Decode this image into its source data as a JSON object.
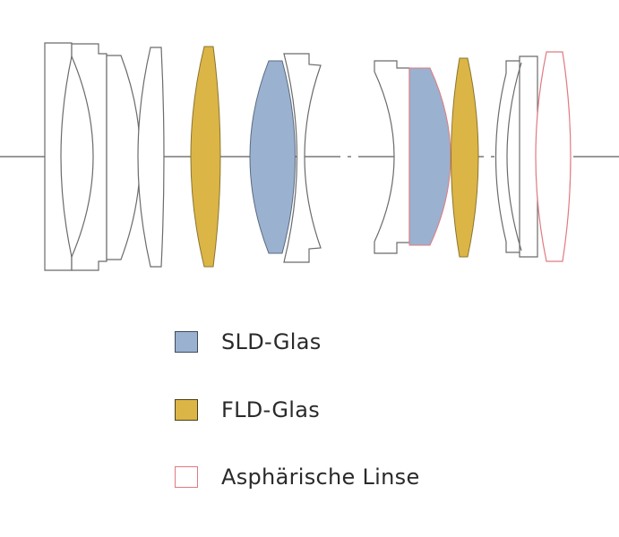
{
  "colors": {
    "sld": "#9bb1d0",
    "fld": "#dcb547",
    "aspherical": "#e07a80",
    "outline": "#6b6b6b"
  },
  "legend": [
    {
      "key": "sld",
      "label": "SLD-Glas"
    },
    {
      "key": "fld",
      "label": "FLD-Glas"
    },
    {
      "key": "aspherical",
      "label": "Asphärische Linse"
    }
  ]
}
